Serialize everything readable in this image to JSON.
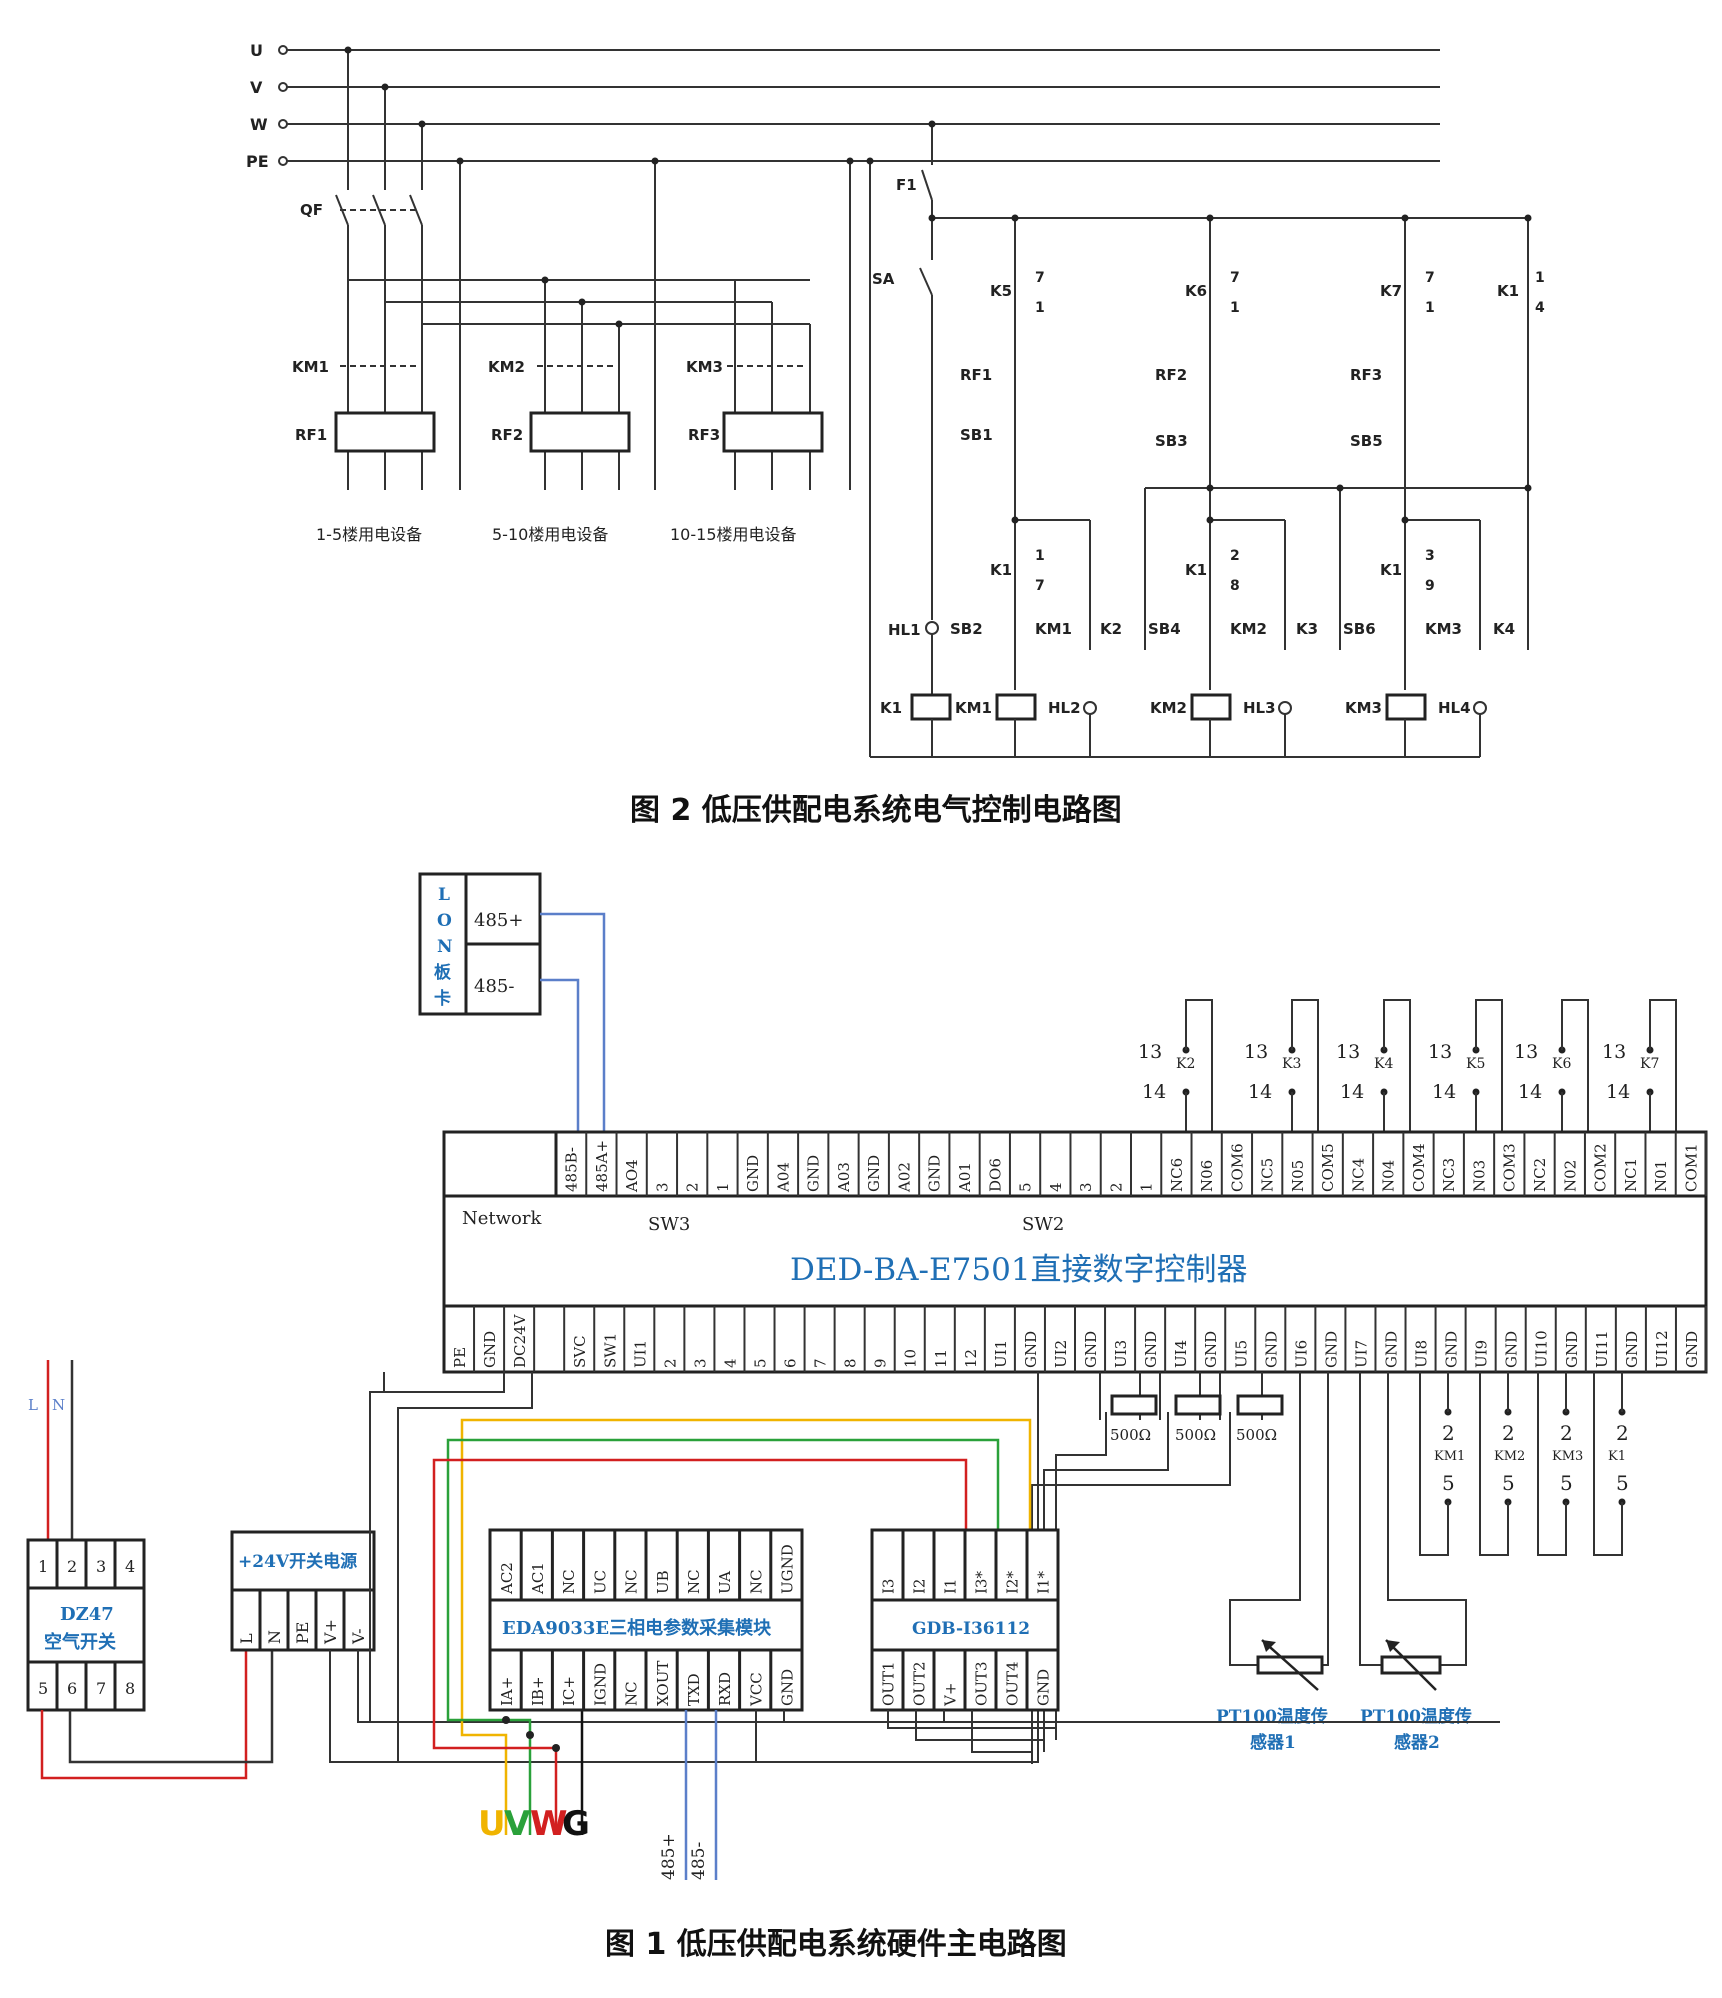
{
  "fig2": {
    "caption": "图 2  低压供配电系统电气控制电路图",
    "phases": [
      "U",
      "V",
      "W",
      "PE"
    ],
    "breakers": {
      "qf": "QF",
      "f1": "F1",
      "sa": "SA"
    },
    "contactors": [
      "KM1",
      "KM2",
      "KM3"
    ],
    "relays": [
      "RF1",
      "RF2",
      "RF3"
    ],
    "loads": [
      "1-5楼用电设备",
      "5-10楼用电设备",
      "10-15楼用电设备"
    ],
    "control": {
      "k5": "K5",
      "k6": "K6",
      "k7": "K7",
      "k1": "K1",
      "sb1": "SB1",
      "sb3": "SB3",
      "sb5": "SB5",
      "sb2": "SB2",
      "sb4": "SB4",
      "sb6": "SB6",
      "k2": "K2",
      "k3": "K3",
      "k4": "K4",
      "hl1": "HL1",
      "hl2": "HL2",
      "hl3": "HL3",
      "hl4": "HL4",
      "n7": "7",
      "n1": "1",
      "n4": "4",
      "n2": "2",
      "n8": "8",
      "n3": "3",
      "n9": "9"
    }
  },
  "fig1": {
    "caption": "图 1  低压供配电系统硬件主电路图",
    "lon_card": {
      "title_chars": [
        "L",
        "O",
        "N",
        "板",
        "卡"
      ],
      "p1": "485+",
      "p2": "485-"
    },
    "controller": {
      "title": "DED-BA-E7501直接数字控制器",
      "network": "Network",
      "sw3": "SW3",
      "sw2": "SW2",
      "top_pins": [
        "485B-",
        "485A+",
        "AO4",
        "3",
        "2",
        "1",
        "GND",
        "A04",
        "GND",
        "A03",
        "GND",
        "A02",
        "GND",
        "A01",
        "DO6",
        "5",
        "4",
        "3",
        "2",
        "1",
        "NC6",
        "N06",
        "COM6",
        "NC5",
        "N05",
        "COM5",
        "NC4",
        "N04",
        "COM4",
        "NC3",
        "N03",
        "COM3",
        "NC2",
        "N02",
        "COM2",
        "NC1",
        "N01",
        "COM1"
      ],
      "bottom_pins": [
        "PE",
        "GND",
        "DC24V",
        "",
        "SVC",
        "SW1",
        "UI1",
        "2",
        "3",
        "4",
        "5",
        "6",
        "7",
        "8",
        "9",
        "10",
        "11",
        "12",
        "UI1",
        "GND",
        "UI2",
        "GND",
        "UI3",
        "GND",
        "UI4",
        "GND",
        "UI5",
        "GND",
        "UI6",
        "GND",
        "UI7",
        "GND",
        "UI8",
        "GND",
        "UI9",
        "GND",
        "UI10",
        "GND",
        "UI11",
        "GND",
        "UI12",
        "GND"
      ]
    },
    "relays_top": [
      {
        "a": "13",
        "name": "K2",
        "b": "14"
      },
      {
        "a": "13",
        "name": "K3",
        "b": "14"
      },
      {
        "a": "13",
        "name": "K4",
        "b": "14"
      },
      {
        "a": "13",
        "name": "K5",
        "b": "14"
      },
      {
        "a": "13",
        "name": "K6",
        "b": "14"
      },
      {
        "a": "13",
        "name": "K7",
        "b": "14"
      }
    ],
    "resistors": [
      "500Ω",
      "500Ω",
      "500Ω"
    ],
    "km_contacts": [
      {
        "a": "2",
        "name": "KM1",
        "b": "5"
      },
      {
        "a": "2",
        "name": "KM2",
        "b": "5"
      },
      {
        "a": "2",
        "name": "KM3",
        "b": "5"
      },
      {
        "a": "2",
        "name": "K1",
        "b": "5"
      }
    ],
    "dz47": {
      "title": "DZ47",
      "subtitle": "空气开关",
      "top": [
        "1",
        "2",
        "3",
        "4"
      ],
      "bottom": [
        "5",
        "6",
        "7",
        "8"
      ]
    },
    "ln": {
      "l": "L",
      "n": "N"
    },
    "psu": {
      "title": "+24V开关电源",
      "pins": [
        "L",
        "N",
        "PE",
        "V+",
        "V-"
      ]
    },
    "eda": {
      "title": "EDA9033E三相电参数采集模块",
      "top": [
        "AC2",
        "AC1",
        "NC",
        "UC",
        "NC",
        "UB",
        "NC",
        "UA",
        "NC",
        "UGND"
      ],
      "bottom": [
        "IA+",
        "IB+",
        "IC+",
        "IGND",
        "NC",
        "XOUT",
        "TXD",
        "RXD",
        "VCC",
        "GND"
      ]
    },
    "gdb": {
      "title": "GDB-I36112",
      "top": [
        "I3",
        "I2",
        "I1",
        "I3*",
        "I2*",
        "I1*"
      ],
      "bottom": [
        "OUT1",
        "OUT2",
        "V+",
        "OUT3",
        "OUT4",
        "GND"
      ]
    },
    "pt100": [
      {
        "l1": "PT100温度传",
        "l2": "感器1"
      },
      {
        "l1": "PT100温度传",
        "l2": "感器2"
      }
    ],
    "uvwg": [
      "U",
      "V",
      "W",
      "G"
    ],
    "rs485": [
      "485+",
      "485-"
    ],
    "colors": {
      "u": "#f0b400",
      "v": "#2aa13a",
      "w": "#d22020",
      "g": "#111111",
      "blue": "#5b7fc9",
      "title_blue": "#1f6fb5"
    }
  }
}
